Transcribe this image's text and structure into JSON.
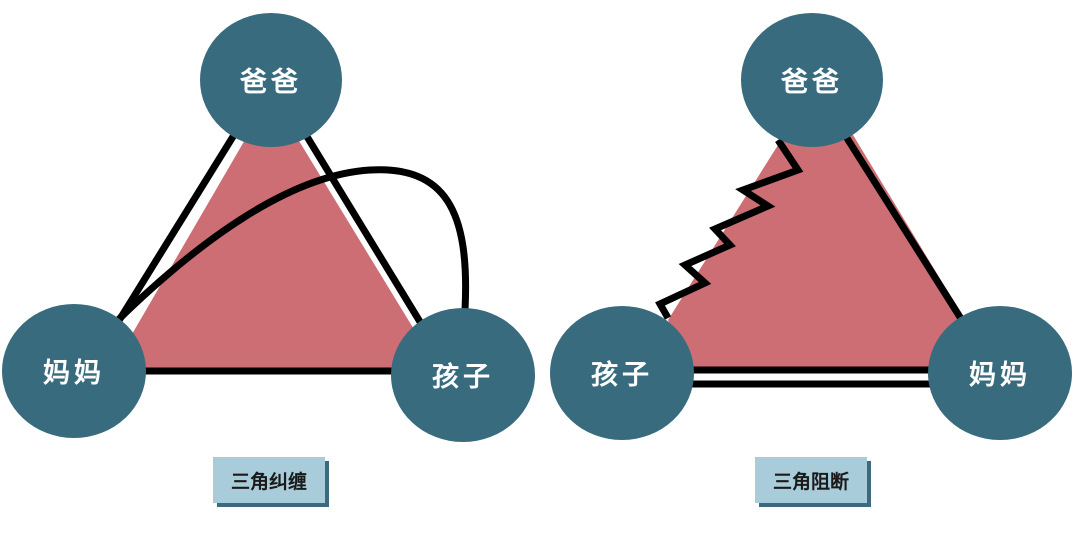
{
  "colors": {
    "node_fill": "#386b7e",
    "triangle_fill": "#cd6e74",
    "edge": "#000000",
    "caption_bg": "#a9ccda",
    "caption_shadow": "#3d6b7d",
    "node_text": "#ffffff"
  },
  "diagrams": [
    {
      "id": "entanglement",
      "caption": "三角纠缠",
      "nodes": {
        "top": "爸爸",
        "left": "妈妈",
        "right": "孩子"
      },
      "edges_note": "solid edges on all three sides plus extra curved line from 妈妈 looping over to 孩子"
    },
    {
      "id": "blocking",
      "caption": "三角阻断",
      "nodes": {
        "top": "爸爸",
        "left": "孩子",
        "right": "妈妈"
      },
      "edges_note": "zigzag edge 孩子–爸爸, solid edge 爸爸–妈妈, double-line edge 孩子–妈妈"
    }
  ]
}
